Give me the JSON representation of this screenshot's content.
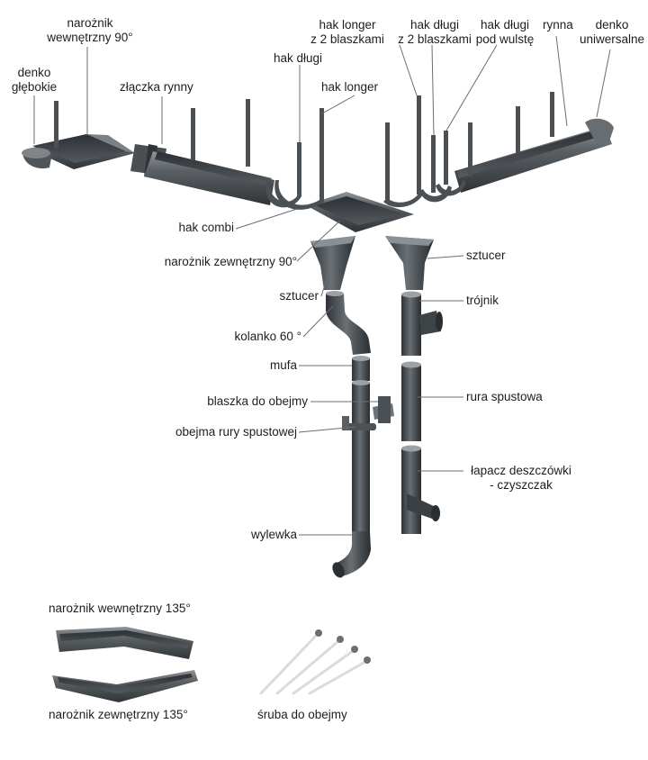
{
  "labels": {
    "narożnik_wewn_90": [
      "narożnik",
      "wewnętrzny 90°"
    ],
    "denko_glebokie": [
      "denko",
      "głębokie"
    ],
    "zlaczka_rynny": "złączka rynny",
    "hak_longer_2": [
      "hak longer",
      "z 2 blaszkami"
    ],
    "hak_dlugi_2": [
      "hak długi",
      "z 2 blaszkami"
    ],
    "hak_dlugi_wulst": [
      "hak długi",
      "pod wulstę"
    ],
    "rynna": "rynna",
    "denko_uniwersalne": [
      "denko",
      "uniwersalne"
    ],
    "hak_dlugi": "hak długi",
    "hak_longer": "hak longer",
    "hak_combi": "hak combi",
    "naroznik_zewn_90": "narożnik zewnętrzny 90°",
    "sztucer_left": "sztucer",
    "sztucer_right": "sztucer",
    "trojnik": "trójnik",
    "kolanko": "kolanko 60 °",
    "mufa": "mufa",
    "blaszka": "blaszka do obejmy",
    "rura": "rura spustowa",
    "obejma": "obejma rury spustowej",
    "lapacz": [
      "łapacz deszczówki",
      "- czyszczak"
    ],
    "wylewka": "wylewka",
    "naroznik_wewn_135": "narożnik wewnętrzny 135°",
    "naroznik_zewn_135": "narożnik zewnętrzny 135°",
    "sruba": "śruba do obejmy"
  },
  "colors": {
    "metal_dark": "#3b3f43",
    "metal_mid": "#5d6266",
    "metal_light": "#8c9296",
    "leader": "#6a6e72"
  }
}
